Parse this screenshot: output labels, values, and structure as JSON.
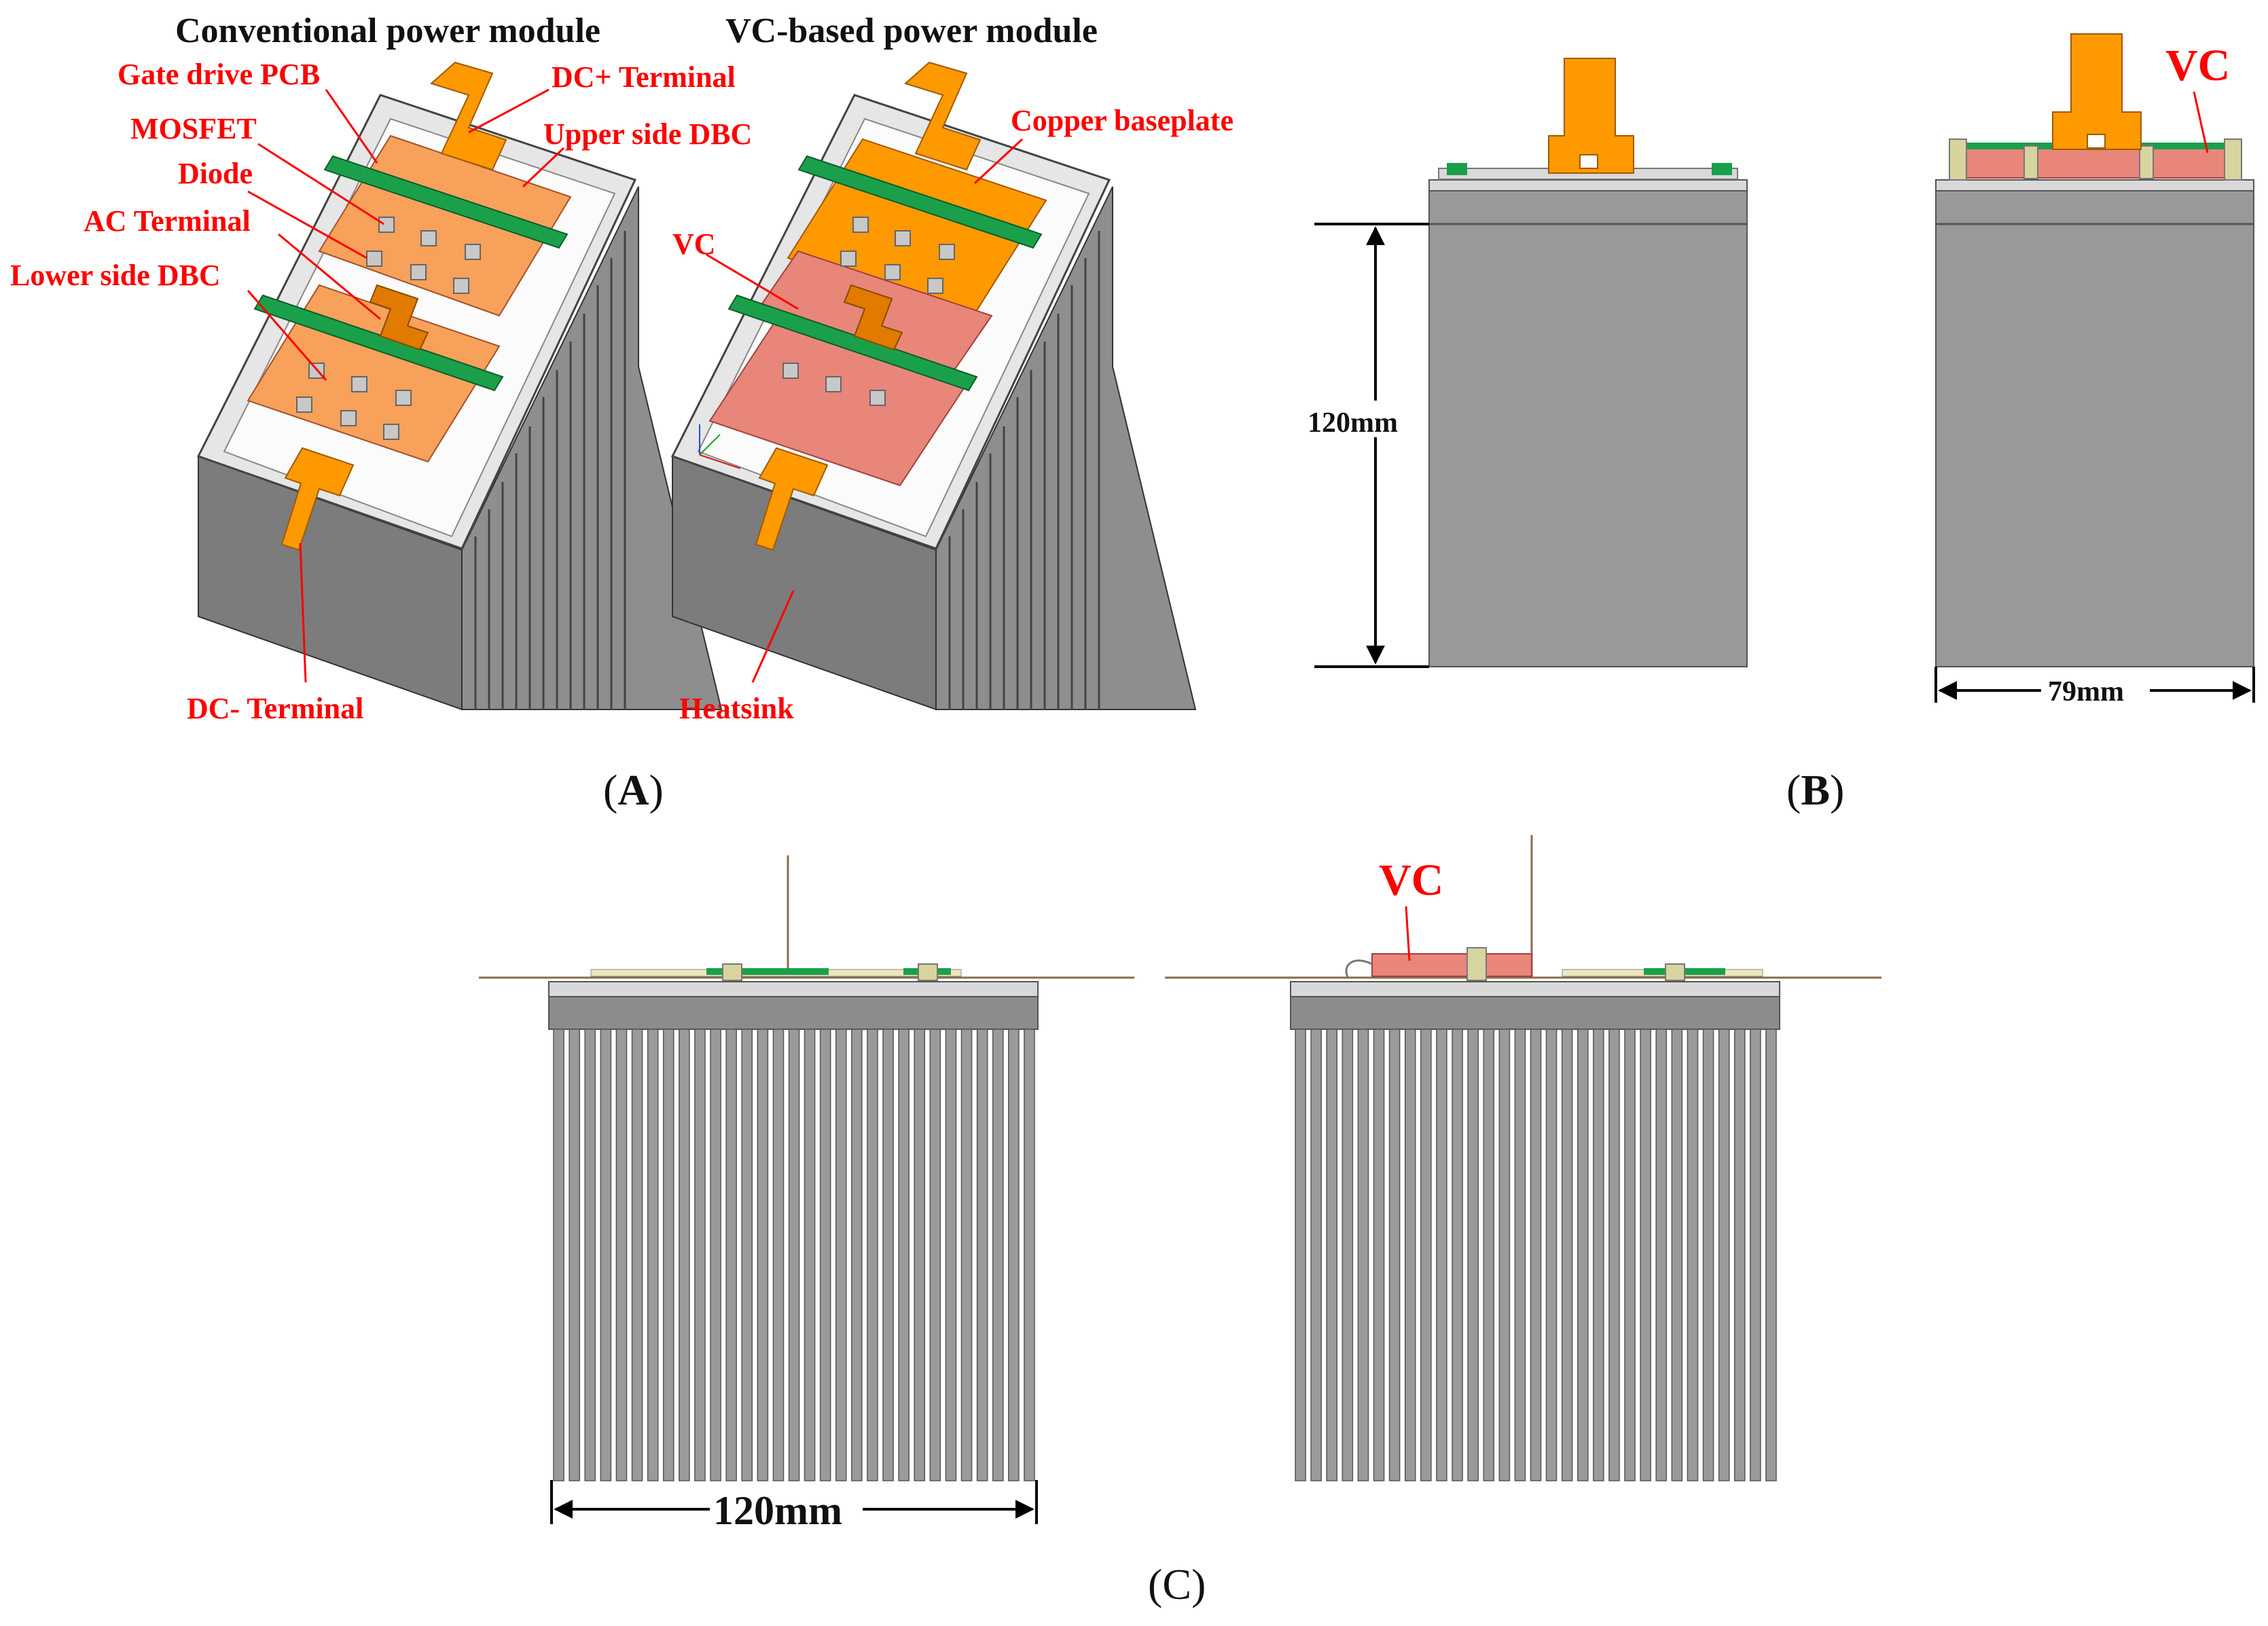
{
  "colors": {
    "label_red": "#ff0000",
    "copper_orange": "#ff9900",
    "dbc_orange": "#f8a15a",
    "vc_salmon": "#e8867a",
    "pcb_green": "#1aa04a",
    "heatsink_gray": "#8c8c8c",
    "baseplate_silver": "#d9d9d9"
  },
  "panel_a": {
    "title_conventional": "Conventional power module",
    "title_vc": "VC-based power module",
    "labels": {
      "gate_drive_pcb": "Gate drive PCB",
      "dc_plus_terminal": "DC+ Terminal",
      "mosfet": "MOSFET",
      "upper_side_dbc": "Upper side DBC",
      "diode": "Diode",
      "ac_terminal": "AC Terminal",
      "lower_side_dbc": "Lower side DBC",
      "dc_minus_terminal": "DC- Terminal",
      "copper_baseplate": "Copper baseplate",
      "vc": "VC",
      "heatsink": "Heatsink"
    },
    "caption": {
      "open": "(",
      "letter": "A",
      "close": ")"
    }
  },
  "panel_b": {
    "height_dimension": "120mm",
    "width_dimension": "79mm",
    "vc_label": "VC",
    "caption": {
      "open": "(",
      "letter": "B",
      "close": ")"
    }
  },
  "panel_c": {
    "width_dimension": "120mm",
    "vc_label": "VC",
    "caption": "(C)"
  }
}
